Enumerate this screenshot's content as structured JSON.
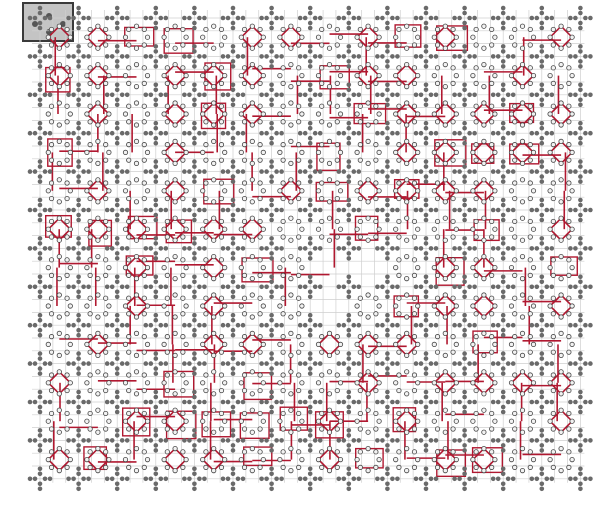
{
  "diagram": {
    "kind": "lattice-routing",
    "grid_rows": 12,
    "grid_cols": 14,
    "node_ring_size": 8,
    "colors": {
      "background": "#ffffff",
      "grid_line": "#cfcfcf",
      "node_fill": "#6a6a6a",
      "node_stroke": "#444444",
      "ring_node_fill": "#f2f2f2",
      "route": "#b01830",
      "legend_tile_fill": "#c4c4c4",
      "legend_tile_border": "#3a3a3a"
    },
    "legend_tile": {
      "shows": "single-cell-example"
    },
    "empty_cells": [
      [
        6,
        7
      ],
      [
        6,
        8
      ],
      [
        7,
        7
      ]
    ]
  }
}
